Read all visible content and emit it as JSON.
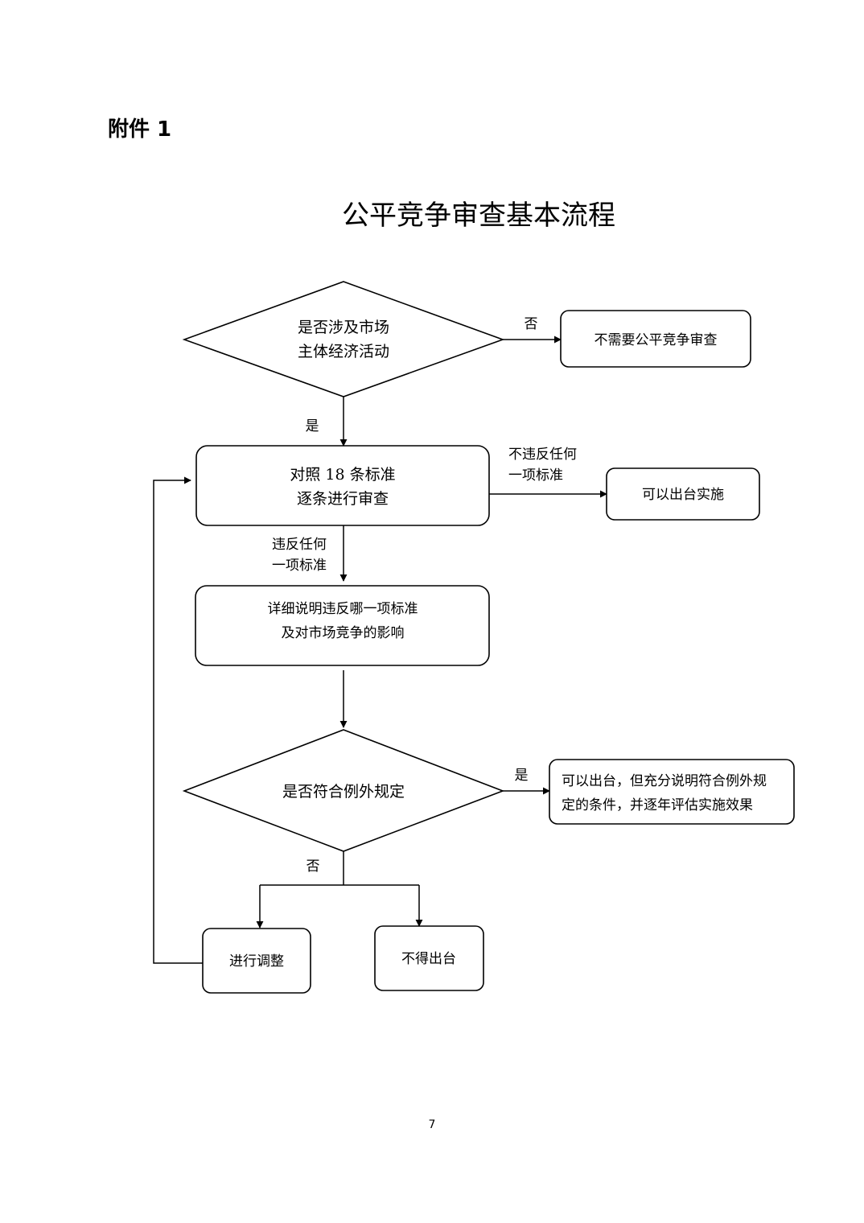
{
  "header": {
    "attachment_label": "附件 1",
    "title": "公平竞争审查基本流程"
  },
  "flowchart": {
    "decision_market": [
      "是否涉及市场",
      "主体经济活动"
    ],
    "no_review_needed": "不需要公平竞争审查",
    "label_no_1": "否",
    "label_yes_1": "是",
    "review_step": [
      "对照 18 条标准",
      "逐条进行审查"
    ],
    "label_not_violate": [
      "不违反任何",
      "一项标准"
    ],
    "can_implement": "可以出台实施",
    "label_violate": [
      "违反任何",
      "一项标准"
    ],
    "explain_step": [
      "详细说明违反哪一项标准",
      "及对市场竞争的影响"
    ],
    "decision_exception": "是否符合例外规定",
    "label_yes_2": "是",
    "exception_result": [
      "可以出台，但充分说明符合例外规",
      "定的条件，并逐年评估实施效果"
    ],
    "label_no_2": "否",
    "adjust_step": "进行调整",
    "cannot_issue": "不得出台"
  },
  "footer": {
    "page_number": "7"
  }
}
